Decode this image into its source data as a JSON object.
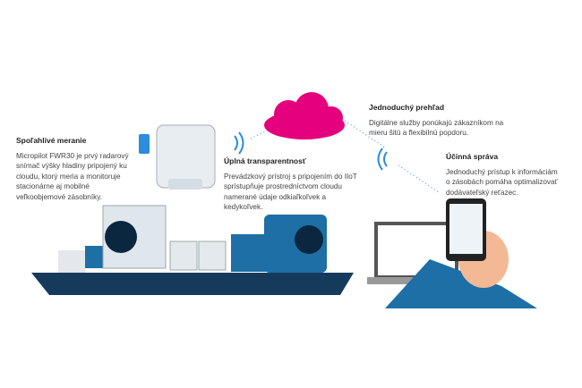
{
  "sections": [
    {
      "title": "Spoľahlivé meranie",
      "text": "Micropilot FWR30 je prvý radarový snímač výšky hladiny pripojený ku cloudu, ktorý meria a monitoruje stacionárne aj mobilné veľkoobjemové zásobníky."
    },
    {
      "title": "Úplná transparentnosť",
      "text": "Prevádzkový prístroj s pripojením do IIoT sprístupňuje prostredníctvom cloudu namerané údaje odkiaľkoľvek a kedykoľvek."
    },
    {
      "title": "Jednoduchý prehľad",
      "text": "Digitálne služby ponúkajú zákazníkom na mieru šitú a flexibilnú popdoru."
    },
    {
      "title": "Účinná správa",
      "text": "Jednoduchý prístup k informáciám o zásobách pomáha optimalizovať dodávateľský reťazec."
    }
  ],
  "colors": {
    "cloud": "#e5007d",
    "tank": "#1d6fa5",
    "platform": "#163a5c",
    "accent": "#2b8ce0"
  }
}
